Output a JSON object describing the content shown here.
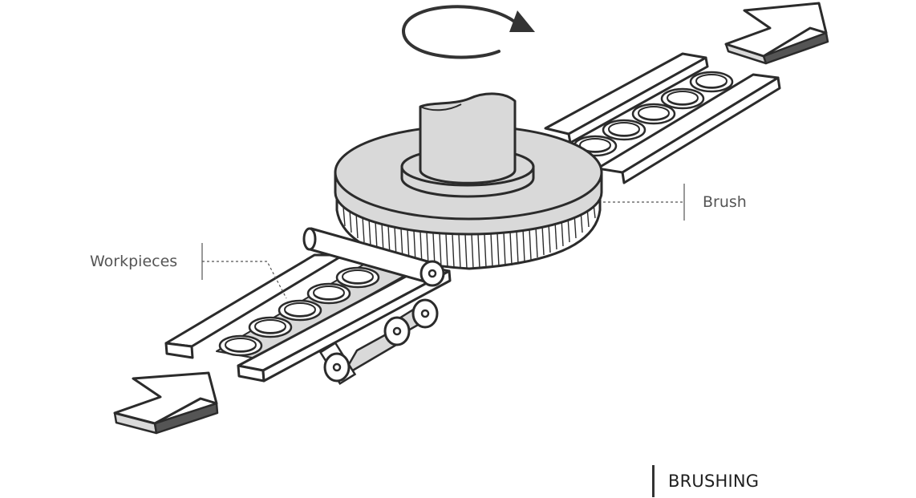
{
  "diagram": {
    "title": "BRUSHING",
    "labels": {
      "workpieces": "Workpieces",
      "brush": "Brush"
    },
    "icons": [
      "input-arrow-icon",
      "output-arrow-icon",
      "rotation-arrow-icon"
    ],
    "colors": {
      "stroke": "#2b2b2b",
      "fill": "#ffffff",
      "shade": "#d9d9d9",
      "label": "#555555",
      "leader": "#777777"
    }
  }
}
